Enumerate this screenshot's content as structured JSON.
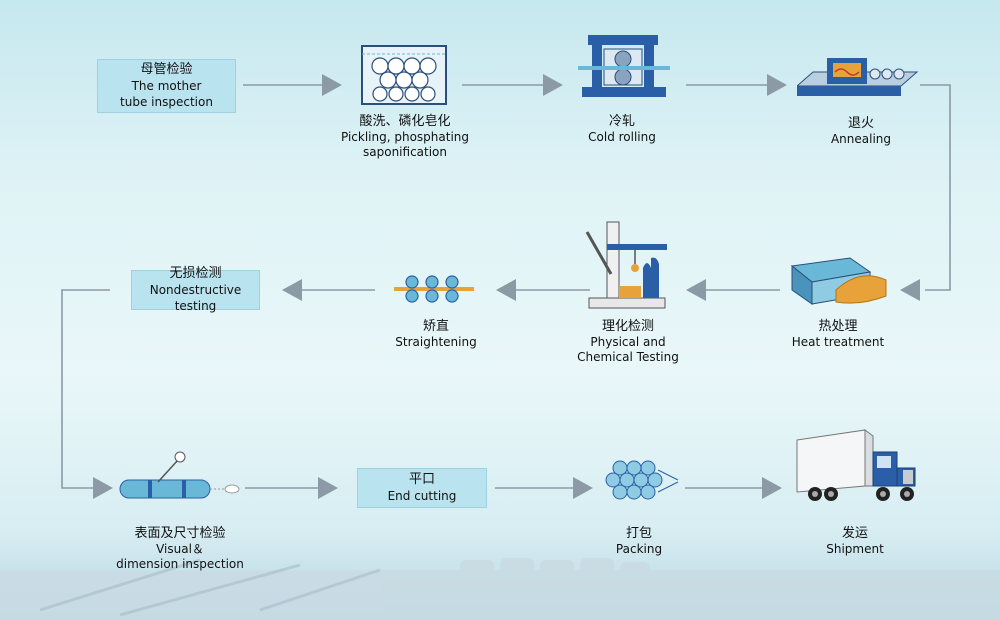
{
  "steps": {
    "mother_tube": {
      "zh": "母管检验",
      "en1": "The mother",
      "en2": "tube inspection"
    },
    "pickling": {
      "zh": "酸洗、磷化皂化",
      "en1": "Pickling, phosphating",
      "en2": "saponification"
    },
    "cold_rolling": {
      "zh": "冷轧",
      "en1": "Cold rolling"
    },
    "annealing": {
      "zh": "退火",
      "en1": "Annealing"
    },
    "heat_treatment": {
      "zh": "热处理",
      "en1": "Heat treatment"
    },
    "physical": {
      "zh": "理化检测",
      "en1": "Physical and",
      "en2": "Chemical Testing"
    },
    "straightening": {
      "zh": "矫直",
      "en1": "Straightening"
    },
    "ndt": {
      "zh": "无损检测",
      "en1": "Nondestructive testing"
    },
    "visual": {
      "zh": "表面及尺寸检验",
      "en1": "Visual＆",
      "en2": "dimension inspection"
    },
    "end_cutting": {
      "zh": "平口",
      "en1": "End cutting"
    },
    "packing": {
      "zh": "打包",
      "en1": "Packing"
    },
    "shipment": {
      "zh": "发运",
      "en1": "Shipment"
    }
  },
  "colors": {
    "arrow": "#8c9aa6",
    "box_fill": "#b9e4ef",
    "icon_blue": "#2a5fa8",
    "icon_light": "#6ab8d8",
    "icon_orange": "#e8a23a"
  }
}
